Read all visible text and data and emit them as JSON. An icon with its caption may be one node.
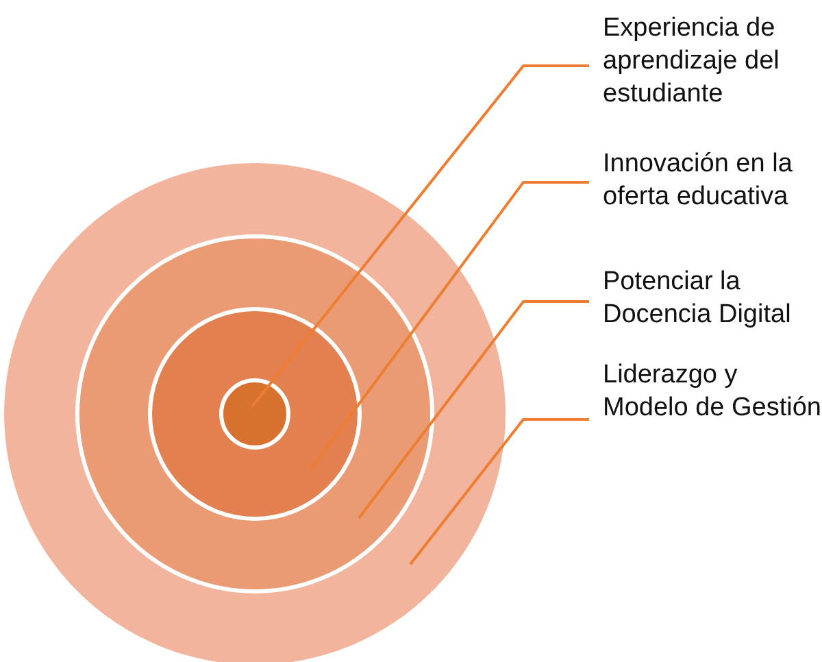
{
  "diagram": {
    "nodes": [
      {
        "text": [
          "Experiencia de aprendizaje del estudiante"
        ]
      },
      {
        "text": [
          "Innovación en la oferta educativa"
        ]
      },
      {
        "text": [
          "Potenciar la Docencia Digital"
        ]
      },
      {
        "text": [
          "Liderazgo y Modelo de Gestión"
        ]
      },
      {
        "text": [],
        "shape": "circle"
      },
      {
        "text": [],
        "shape": "circle",
        "in": 4
      },
      {
        "text": [],
        "shape": "circle",
        "in": 5
      },
      {
        "text": [],
        "shape": "circle",
        "in": 6
      }
    ],
    "edges": [
      {
        "from": 0,
        "to": 7,
        "arrow": "none"
      },
      {
        "from": 1,
        "to": 6,
        "arrow": "none"
      },
      {
        "from": 2,
        "to": 5,
        "arrow": "none"
      },
      {
        "from": 3,
        "to": 4,
        "arrow": "none"
      }
    ]
  }
}
